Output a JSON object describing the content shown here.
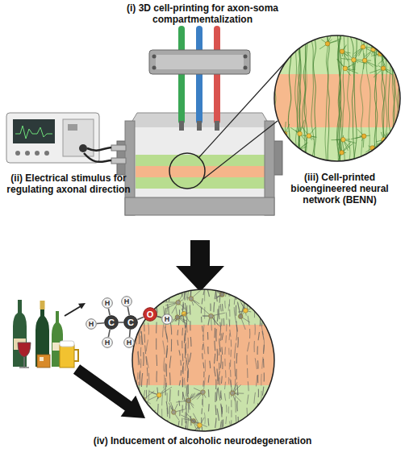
{
  "diagram": {
    "nodes": [
      {
        "text": [
          "H"
        ]
      },
      {
        "text": [
          "H"
        ]
      },
      {
        "text": [
          "H"
        ]
      },
      {
        "text": [
          "C"
        ]
      },
      {
        "text": [
          "C"
        ]
      },
      {
        "text": [
          "O"
        ]
      },
      {
        "text": [
          "H"
        ]
      },
      {
        "text": [
          "H"
        ]
      },
      {
        "text": [
          "H"
        ]
      }
    ],
    "edges": [
      {
        "from": 0,
        "to": 3,
        "arrow": "none"
      },
      {
        "from": 1,
        "to": 4,
        "arrow": "none"
      },
      {
        "from": 2,
        "to": 3,
        "arrow": "none"
      },
      {
        "from": 3,
        "to": 4,
        "arrow": "none"
      },
      {
        "from": 4,
        "to": 5,
        "arrow": "none"
      },
      {
        "from": 5,
        "to": 6,
        "arrow": "none"
      },
      {
        "from": 3,
        "to": 7,
        "arrow": "none"
      },
      {
        "from": 4,
        "to": 8,
        "arrow": "none"
      }
    ],
    "labels": [
      "(i) 3D cell-printing for axon-soma compartmentalization",
      "(ii) Electrical stimulus for regulating axonal direction",
      "(iii) Cell-printed bioengineered neural network (BENN)",
      "(iv) Inducement of alcoholic neurodegeneration"
    ]
  }
}
